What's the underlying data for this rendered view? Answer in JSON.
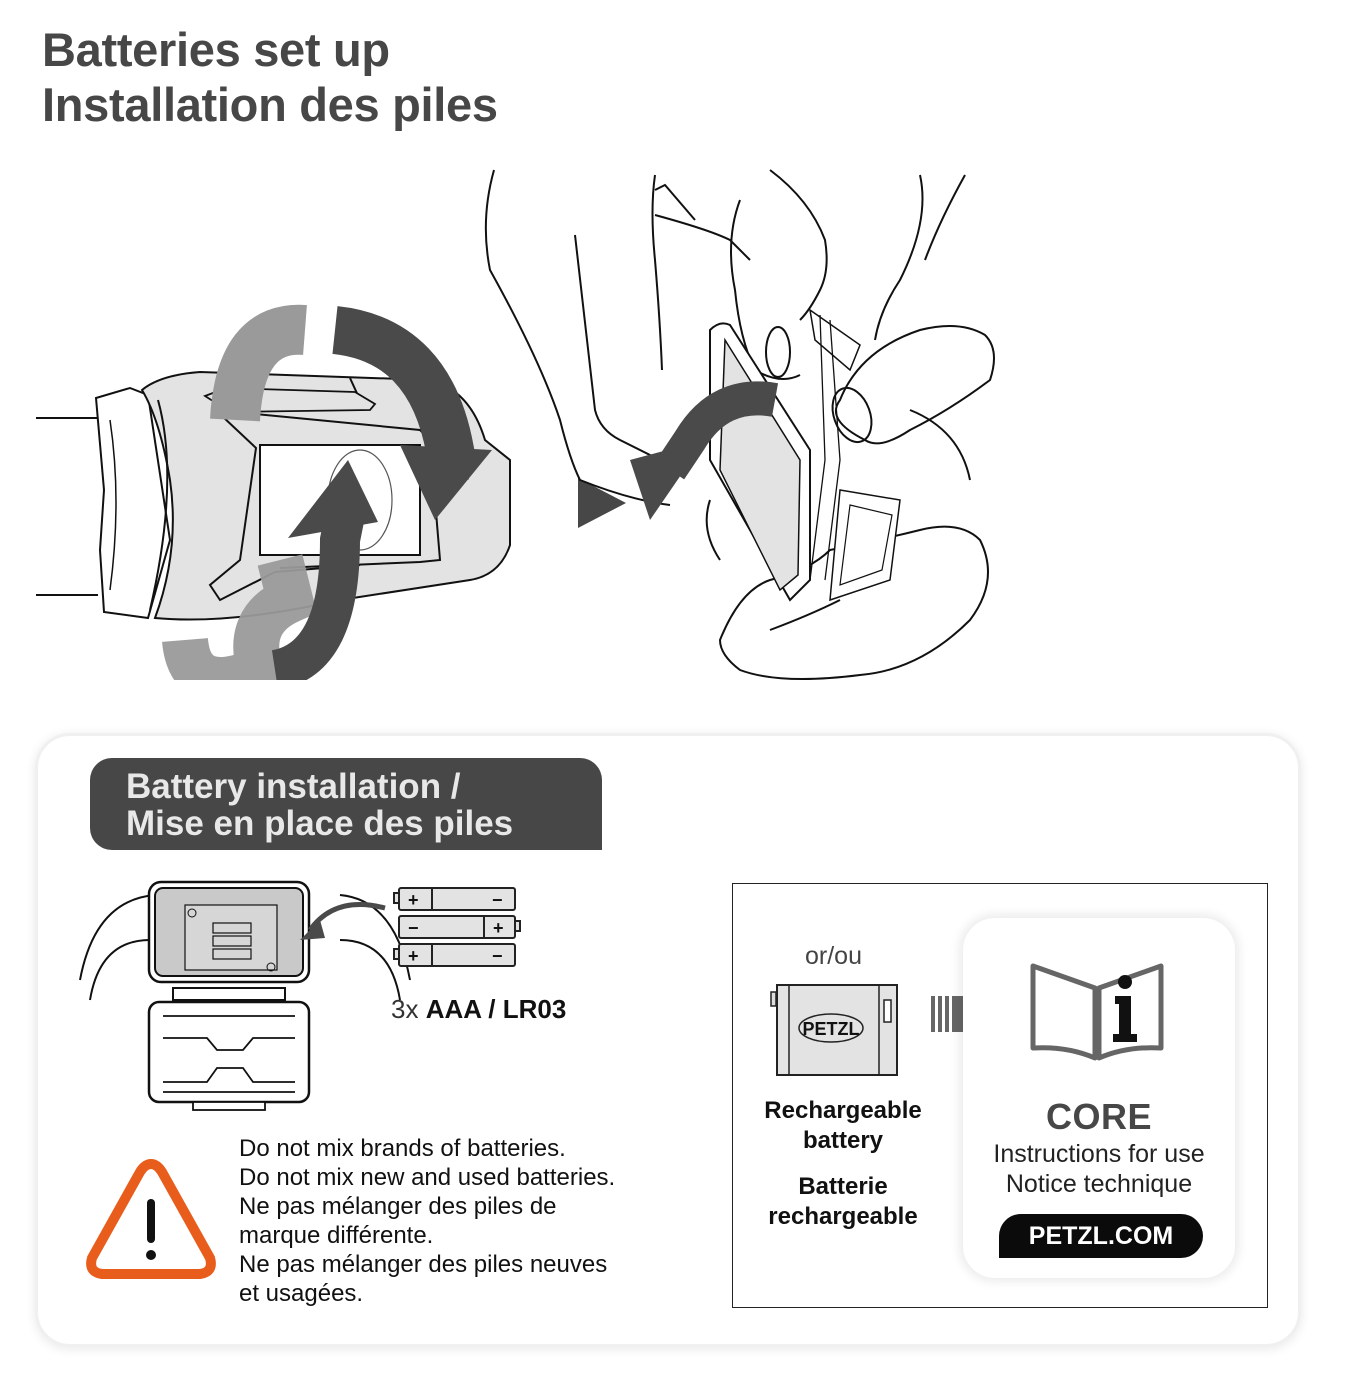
{
  "page": {
    "title_en": "Batteries set up",
    "title_fr": "Installation des piles"
  },
  "illustrations": {
    "step1": "rotate-headlamp-open-illustration",
    "step_arrow": "next-step-triangle",
    "step2": "remove-battery-compartment-illustration"
  },
  "panel": {
    "header_line1": "Battery installation /",
    "header_line2": "Mise en place des piles",
    "battery_diagram": {
      "cells": [
        {
          "left": "+",
          "right": "−"
        },
        {
          "left": "−",
          "right": "+"
        },
        {
          "left": "+",
          "right": "−"
        }
      ],
      "count_prefix": "3x",
      "type_label": "AAA / LR03"
    },
    "warning": {
      "icon": "warning-triangle-icon",
      "color": "#e85d1c",
      "lines": [
        "Do not mix brands of batteries.",
        "Do not mix new and used batteries.",
        "Ne pas mélanger des piles de",
        "marque différente.",
        "Ne pas mélanger des piles neuves",
        "et usagées."
      ]
    },
    "info_box": {
      "or_label": "or/ou",
      "battery_brand": "PETZL",
      "recharge_en_1": "Rechargeable",
      "recharge_en_2": "battery",
      "recharge_fr_1": "Batterie",
      "recharge_fr_2": "rechargeable",
      "core_title": "CORE",
      "core_sub_en": "Instructions for use",
      "core_sub_fr": "Notice technique",
      "website": "PETZL.COM"
    }
  },
  "colors": {
    "title_gray": "#474747",
    "header_bg": "#474747",
    "arrow_gray": "#4a4a4a",
    "warning_orange": "#e85d1c",
    "light_fill": "#e3e3e3"
  }
}
